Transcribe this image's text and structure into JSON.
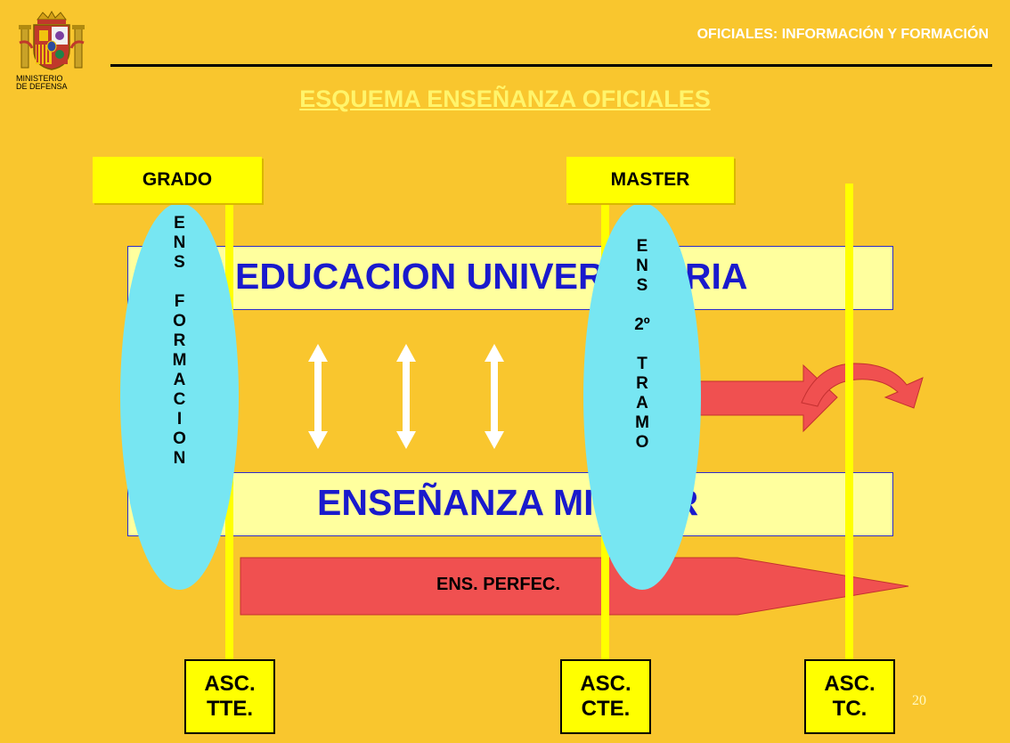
{
  "header": {
    "title": "OFICIALES: INFORMACIÓN Y FORMACIÓN",
    "logo_line1": "MINISTERIO",
    "logo_line2": "DE DEFENSA"
  },
  "main_title": "ESQUEMA ENSEÑANZA OFICIALES",
  "top_labels": {
    "grado": "GRADO",
    "master": "MASTER"
  },
  "bands": {
    "university": "EDUCACION UNIVERSITARIA",
    "military": "ENSEÑANZA MILITAR"
  },
  "ellipse_left": {
    "text": [
      "E",
      "N",
      "S",
      "",
      "F",
      "O",
      "R",
      "M",
      "A",
      "C",
      "I",
      "O",
      "N"
    ]
  },
  "ellipse_right": {
    "text": [
      "E",
      "N",
      "S",
      "",
      "2º",
      "",
      "T",
      "R",
      "A",
      "M",
      "O"
    ]
  },
  "perfec_arrow": "ENS. PERFEC.",
  "bottom_labels": [
    {
      "line1": "ASC.",
      "line2": "TTE."
    },
    {
      "line1": "ASC.",
      "line2": "CTE."
    },
    {
      "line1": "ASC.",
      "line2": "TC."
    }
  ],
  "page_number": "20",
  "colors": {
    "background": "#F9C62E",
    "accent_yellow": "#FFFF00",
    "ellipse": "#77E6F2",
    "band_text": "#1a1acc",
    "arrow_red": "#F05050"
  }
}
